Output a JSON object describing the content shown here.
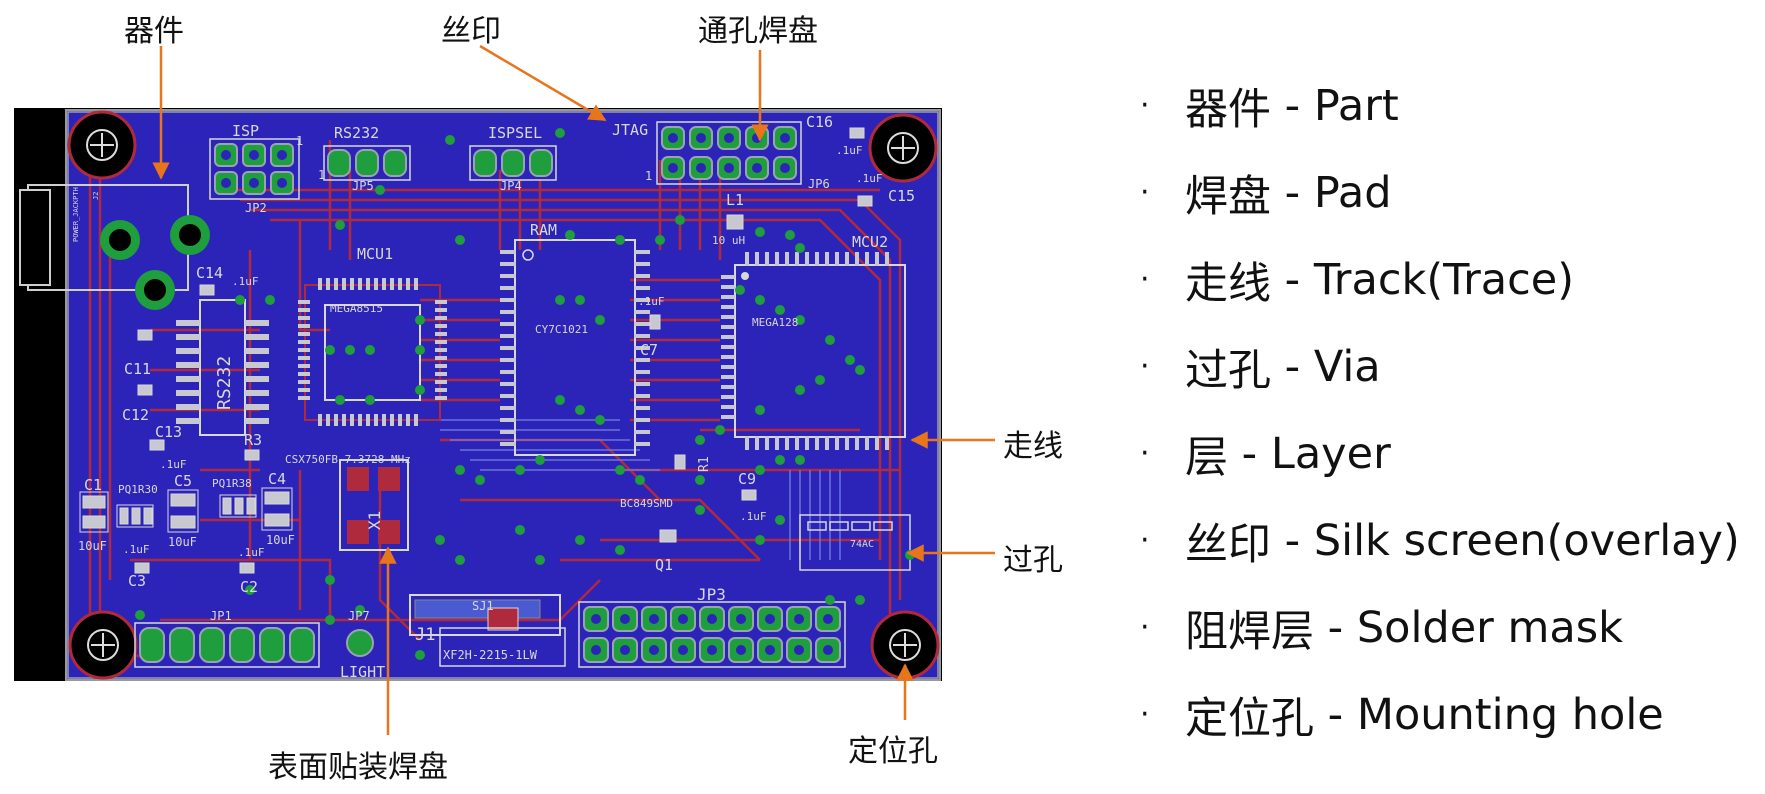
{
  "callouts": {
    "part": "器件",
    "silk": "丝印",
    "thru_pad": "通孔焊盘",
    "track": "走线",
    "via": "过孔",
    "smd_pad": "表面贴装焊盘",
    "mount": "定位孔"
  },
  "legend": [
    {
      "zh": "器件",
      "en": "Part"
    },
    {
      "zh": "焊盘",
      "en": "Pad"
    },
    {
      "zh": "走线",
      "en": "Track(Trace)"
    },
    {
      "zh": "过孔",
      "en": "Via"
    },
    {
      "zh": "层",
      "en": "Layer"
    },
    {
      "zh": "丝印",
      "en": "Silk screen(overlay)"
    },
    {
      "zh": "阻焊层",
      "en": "Solder mask"
    },
    {
      "zh": "定位孔",
      "en": "Mounting hole"
    }
  ],
  "bullet": "·",
  "board_labels": {
    "isp": "ISP",
    "rs232": "RS232",
    "ispsel": "ISPSEL",
    "jtag": "JTAG",
    "c16": "C16",
    "c15": "C15",
    "uf_a": ".1uF",
    "uf_b": ".1uF",
    "jp2": "JP2",
    "jp5": "JP5",
    "jp4": "JP4",
    "jp6": "JP6",
    "one_a": "1",
    "one_b": "1",
    "one_c": "1",
    "l1": "L1",
    "l1v": "10 uH",
    "mcu1": "MCU1",
    "ram": "RAM",
    "mcu2": "MCU2",
    "mega8515": "MEGA8515",
    "cy7c1021": "CY7C1021",
    "mega128": "MEGA128",
    "c14": "C14",
    "c14v": ".1uF",
    "c11": "C11",
    "c12": "C12",
    "c13": "C13",
    "c13v": ".1uF",
    "rs232ic": "RS232",
    "c7": "C7",
    "c7v": ".1uF",
    "r3": "R3",
    "r1": "R1",
    "crystal": "CSX750FB 7.3728 MHz",
    "x1": "X1",
    "c1": "C1",
    "c1v": "10uF",
    "pq1": "PQ1R30",
    "c5": "C5",
    "c5v": "10uF",
    "pq2": "PQ1R38",
    "c4": "C4",
    "c4v": "10uF",
    "c3": "C3",
    "c3v": ".1uF",
    "c2": "C2",
    "c2v": ".1uF",
    "bc": "BC849SMD",
    "q1": "Q1",
    "c9": "C9",
    "c9v": ".1uF",
    "jp1": "JP1",
    "jp7": "JP7",
    "light": "LIGHT",
    "sj1": "SJ1",
    "j1": "J1",
    "xf2h": "XF2H-2215-1LW",
    "jp3": "JP3",
    "power": "POWER_JACKPTH",
    "j2": "J2",
    "ic": "74AC"
  },
  "colors": {
    "board": "#2c23b8",
    "track": "#b02a3e",
    "pad_green": "#1e9e3c",
    "pad_gray": "#9aa3b0",
    "silk": "#d8d8d8",
    "arrow": "#e8741c",
    "edge": "#000000"
  },
  "icons": {
    "mount_hole": "crosshair-circle-icon",
    "via": "green-dot-icon",
    "bullet": "bullet-dot-icon"
  }
}
